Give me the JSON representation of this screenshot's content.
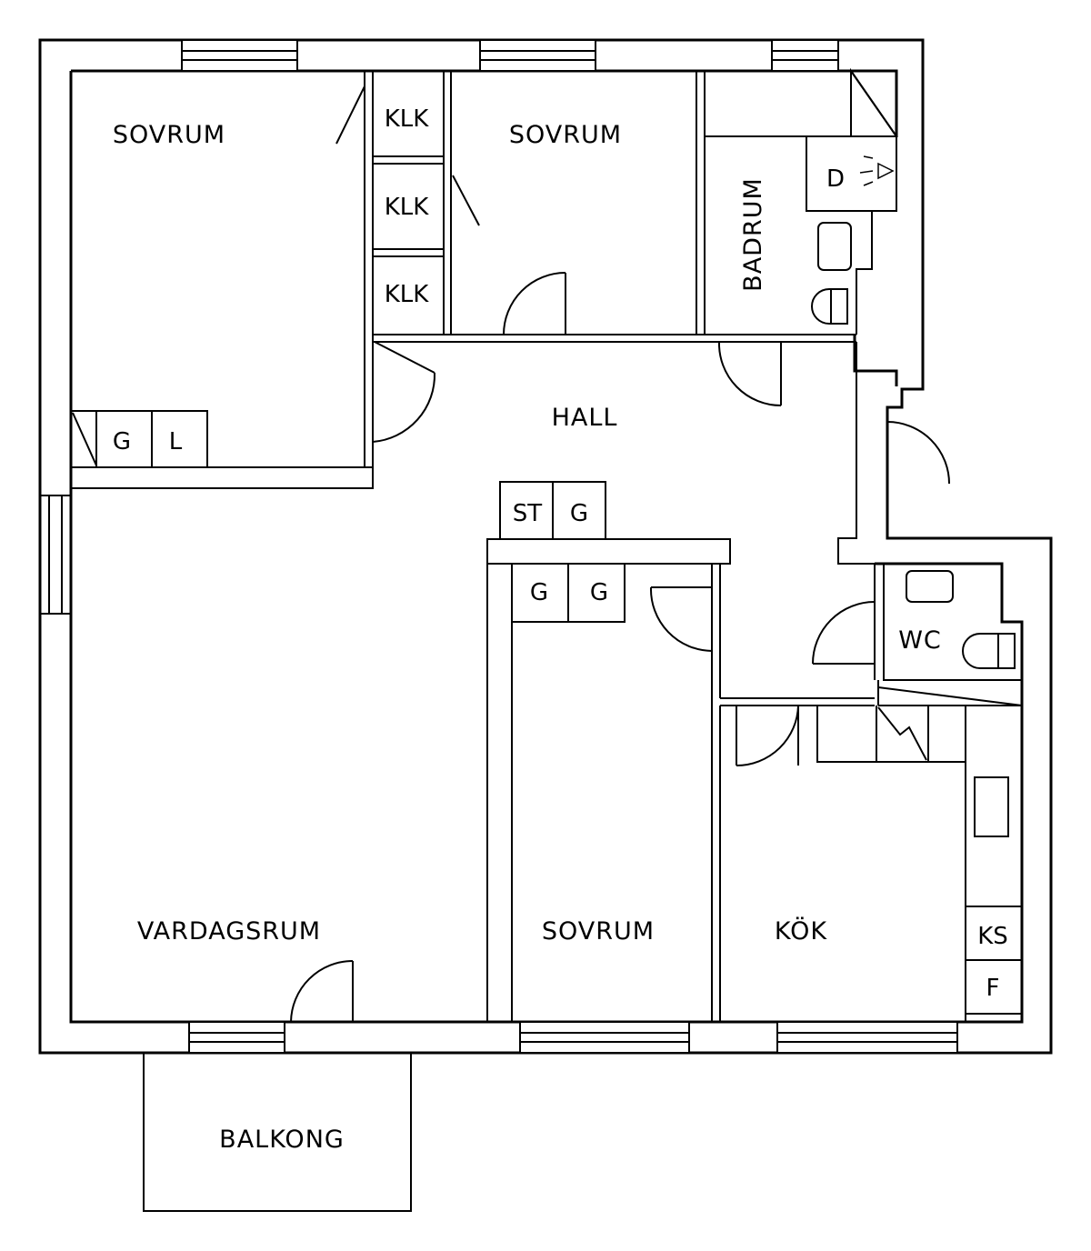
{
  "rooms": {
    "bedroom_1": "SOVRUM",
    "bedroom_2": "SOVRUM",
    "bedroom_3": "SOVRUM",
    "bathroom": "BADRUM",
    "hall": "HALL",
    "living_room": "VARDAGSRUM",
    "kitchen": "KÖK",
    "wc": "WC",
    "balcony": "BALKONG"
  },
  "fixtures": {
    "closet_1": "KLK",
    "closet_2": "KLK",
    "closet_3": "KLK",
    "wardrobe_g_1": "G",
    "linen_l": "L",
    "storage_st": "ST",
    "wardrobe_g_2": "G",
    "wardrobe_g_3": "G",
    "wardrobe_g_4": "G",
    "dryer_d": "D",
    "fridge_freezer_ks": "KS",
    "freezer_f": "F"
  }
}
